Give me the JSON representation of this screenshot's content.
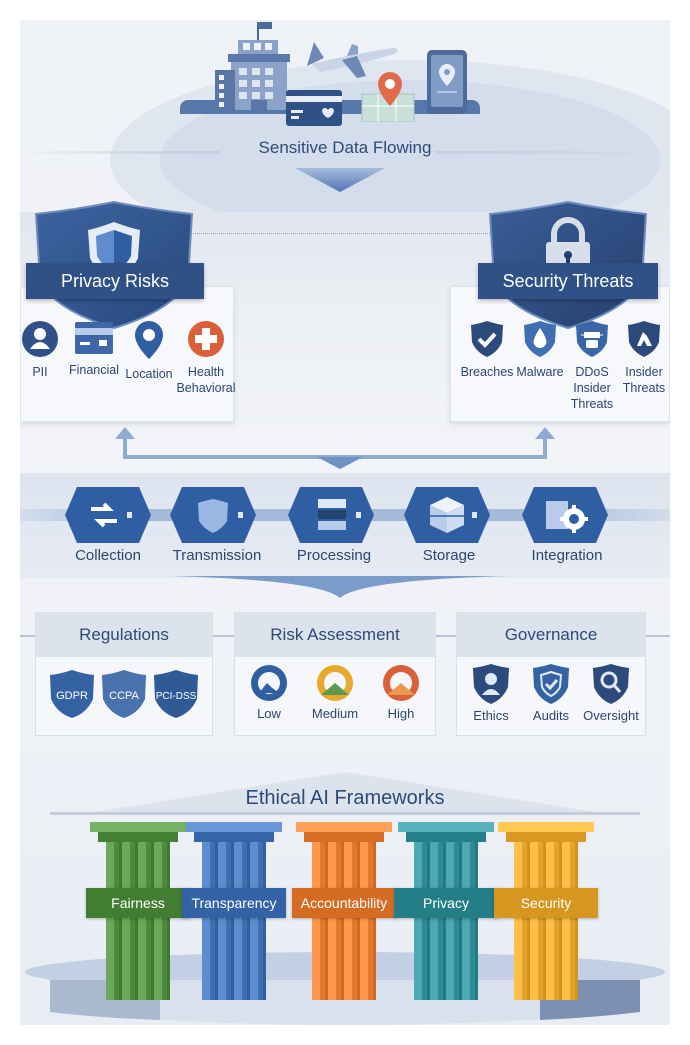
{
  "hero": {
    "title": "Sensitive Data Flowing",
    "icons": [
      "building-icon",
      "airplane-icon",
      "credit-card-icon",
      "map-pin-icon",
      "smartphone-icon"
    ]
  },
  "privacy": {
    "title": "Privacy Risks",
    "items": [
      {
        "label": "PII",
        "icon": "person-icon"
      },
      {
        "label": "Financial",
        "icon": "credit-card-icon"
      },
      {
        "label": "Location",
        "icon": "map-pin-icon"
      },
      {
        "label": "Health\nBehavioral",
        "line1": "Health",
        "line2": "Behavioral",
        "icon": "medical-cross-icon"
      }
    ]
  },
  "security": {
    "title": "Security Threats",
    "items": [
      {
        "label": "Breaches",
        "icon": "check-shield-icon"
      },
      {
        "label": "Malware",
        "icon": "drop-shield-icon"
      },
      {
        "label": "DDoS Insider Threats",
        "line1": "DDoS",
        "line2": "Insider",
        "line3": "Threats",
        "icon": "network-shield-icon"
      },
      {
        "label": "Insider Threats",
        "line1": "Insider",
        "line2": "Threats",
        "icon": "person-shield-icon"
      }
    ]
  },
  "pipeline": {
    "stages": [
      {
        "label": "Collection",
        "icon": "sync-arrows-icon"
      },
      {
        "label": "Transmission",
        "icon": "shield-icon"
      },
      {
        "label": "Processing",
        "icon": "layers-icon"
      },
      {
        "label": "Storage",
        "icon": "cube-icon"
      },
      {
        "label": "Integration",
        "icon": "gear-icon"
      }
    ]
  },
  "controls": {
    "regulations": {
      "title": "Regulations",
      "items": [
        "GDPR",
        "CCPA",
        "PCI-DSS"
      ]
    },
    "risk": {
      "title": "Risk Assessment",
      "items": [
        {
          "label": "Low",
          "color": "#2f5ea3"
        },
        {
          "label": "Medium",
          "color": "#e8a82c"
        },
        {
          "label": "High",
          "color": "#d9603a"
        }
      ]
    },
    "governance": {
      "title": "Governance",
      "items": [
        {
          "label": "Ethics",
          "icon": "person-shield-icon"
        },
        {
          "label": "Audits",
          "icon": "check-shield-icon"
        },
        {
          "label": "Oversight",
          "icon": "magnifier-shield-icon"
        }
      ]
    }
  },
  "frameworks": {
    "title": "Ethical AI Frameworks",
    "pillars": [
      {
        "label": "Fairness",
        "color": "#4e8a3e"
      },
      {
        "label": "Transparency",
        "color": "#3f6fb0"
      },
      {
        "label": "Accountability",
        "color": "#e2782f"
      },
      {
        "label": "Privacy",
        "color": "#2f8a94"
      },
      {
        "label": "Security",
        "color": "#e2a22c"
      }
    ]
  },
  "colors": {
    "primary_navy": "#2f5185",
    "text_navy": "#2b4a78",
    "background": "#eef1f6"
  }
}
